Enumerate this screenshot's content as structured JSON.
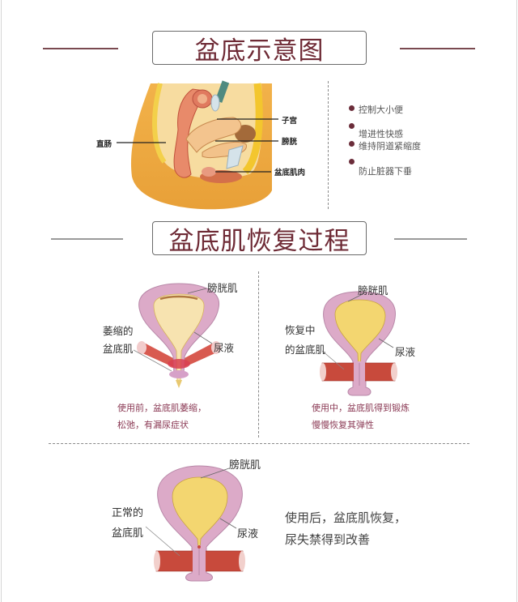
{
  "colors": {
    "title_text": "#6e2a35",
    "bullet": "#6b2d3a",
    "caption_red": "#8b3a55",
    "bladder_pink": "#dcaac8",
    "urine_yellow": "#f3d670",
    "muscle_red": "#c84a3c"
  },
  "section1": {
    "title": "盆底示意图",
    "anatomy_labels": {
      "rectum": "直肠",
      "uterus": "子宫",
      "bladder": "膀胱",
      "pelvic_floor": "盆底肌肉"
    },
    "functions": [
      "控制大小便",
      "增进性快感",
      "维持阴道紧缩度",
      "防止脏器下垂"
    ]
  },
  "section2": {
    "title": "盆底肌恢复过程",
    "panels": [
      {
        "stage": "before",
        "bladder_muscle": "膀胱肌",
        "pelvic_floor": [
          "萎缩的",
          "盆底肌"
        ],
        "urine": "尿液",
        "caption": [
          "使用前，盆底肌萎缩，",
          "松弛，有漏尿症状"
        ]
      },
      {
        "stage": "during",
        "bladder_muscle": "膀胱肌",
        "pelvic_floor": [
          "恢复中",
          "的盆底肌"
        ],
        "urine": "尿液",
        "caption": [
          "使用中，盆底肌得到锻炼",
          "慢慢恢复其弹性"
        ]
      },
      {
        "stage": "after",
        "bladder_muscle": "膀胱肌",
        "pelvic_floor": [
          "正常的",
          "盆底肌"
        ],
        "urine": "尿液",
        "caption": [
          "使用后，盆底肌恢复，",
          "尿失禁得到改善"
        ]
      }
    ]
  }
}
